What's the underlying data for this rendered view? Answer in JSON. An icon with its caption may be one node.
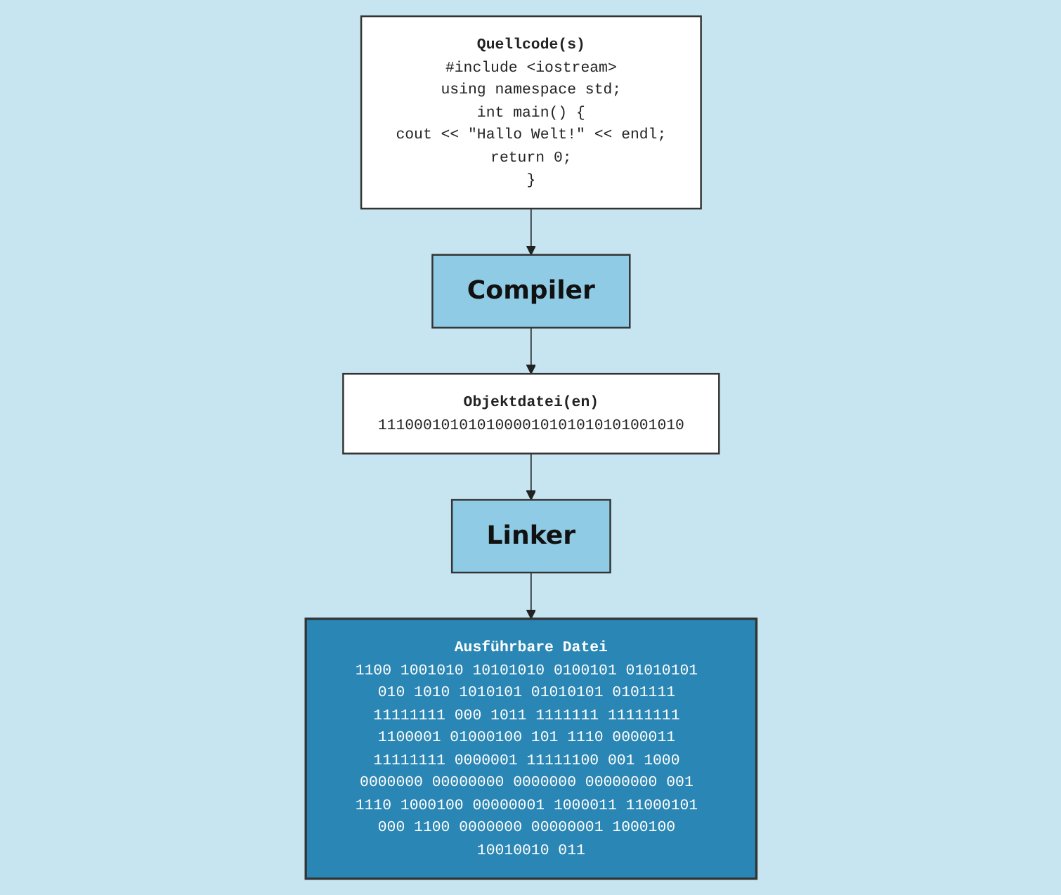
{
  "diagram": {
    "nodes": [
      {
        "text": [
          "Quellcode(s)",
          "#include <iostream>",
          "using namespace std;",
          "int main() {",
          "cout << \"Hallo Welt!\" << endl;",
          "return 0;",
          "}"
        ]
      },
      {
        "text": [
          "Compiler"
        ]
      },
      {
        "text": [
          "Objektdatei(en)",
          "1110001010101000010101010101001010"
        ]
      },
      {
        "text": [
          "Linker"
        ]
      },
      {
        "text": [
          "Ausführbare Datei",
          "1100 1001010 10101010 0100101 01010101 010 1010 1010101 01010101 0101111 11111111 000 1011 1111111 11111111 1100001 01000100 101 1110 0000011 11111111 0000001 11111100 001 1000 0000000 00000000 0000000 00000000 001 1110 1000100 00000001 1000011 11000101 000 1100 0000000 00000001 1000100 10010010 011"
        ]
      }
    ],
    "edges": [
      {
        "from": 0,
        "to": 1,
        "arrow": "to"
      },
      {
        "from": 1,
        "to": 2,
        "arrow": "to"
      },
      {
        "from": 2,
        "to": 3,
        "arrow": "to"
      },
      {
        "from": 3,
        "to": 4,
        "arrow": "to"
      }
    ]
  }
}
